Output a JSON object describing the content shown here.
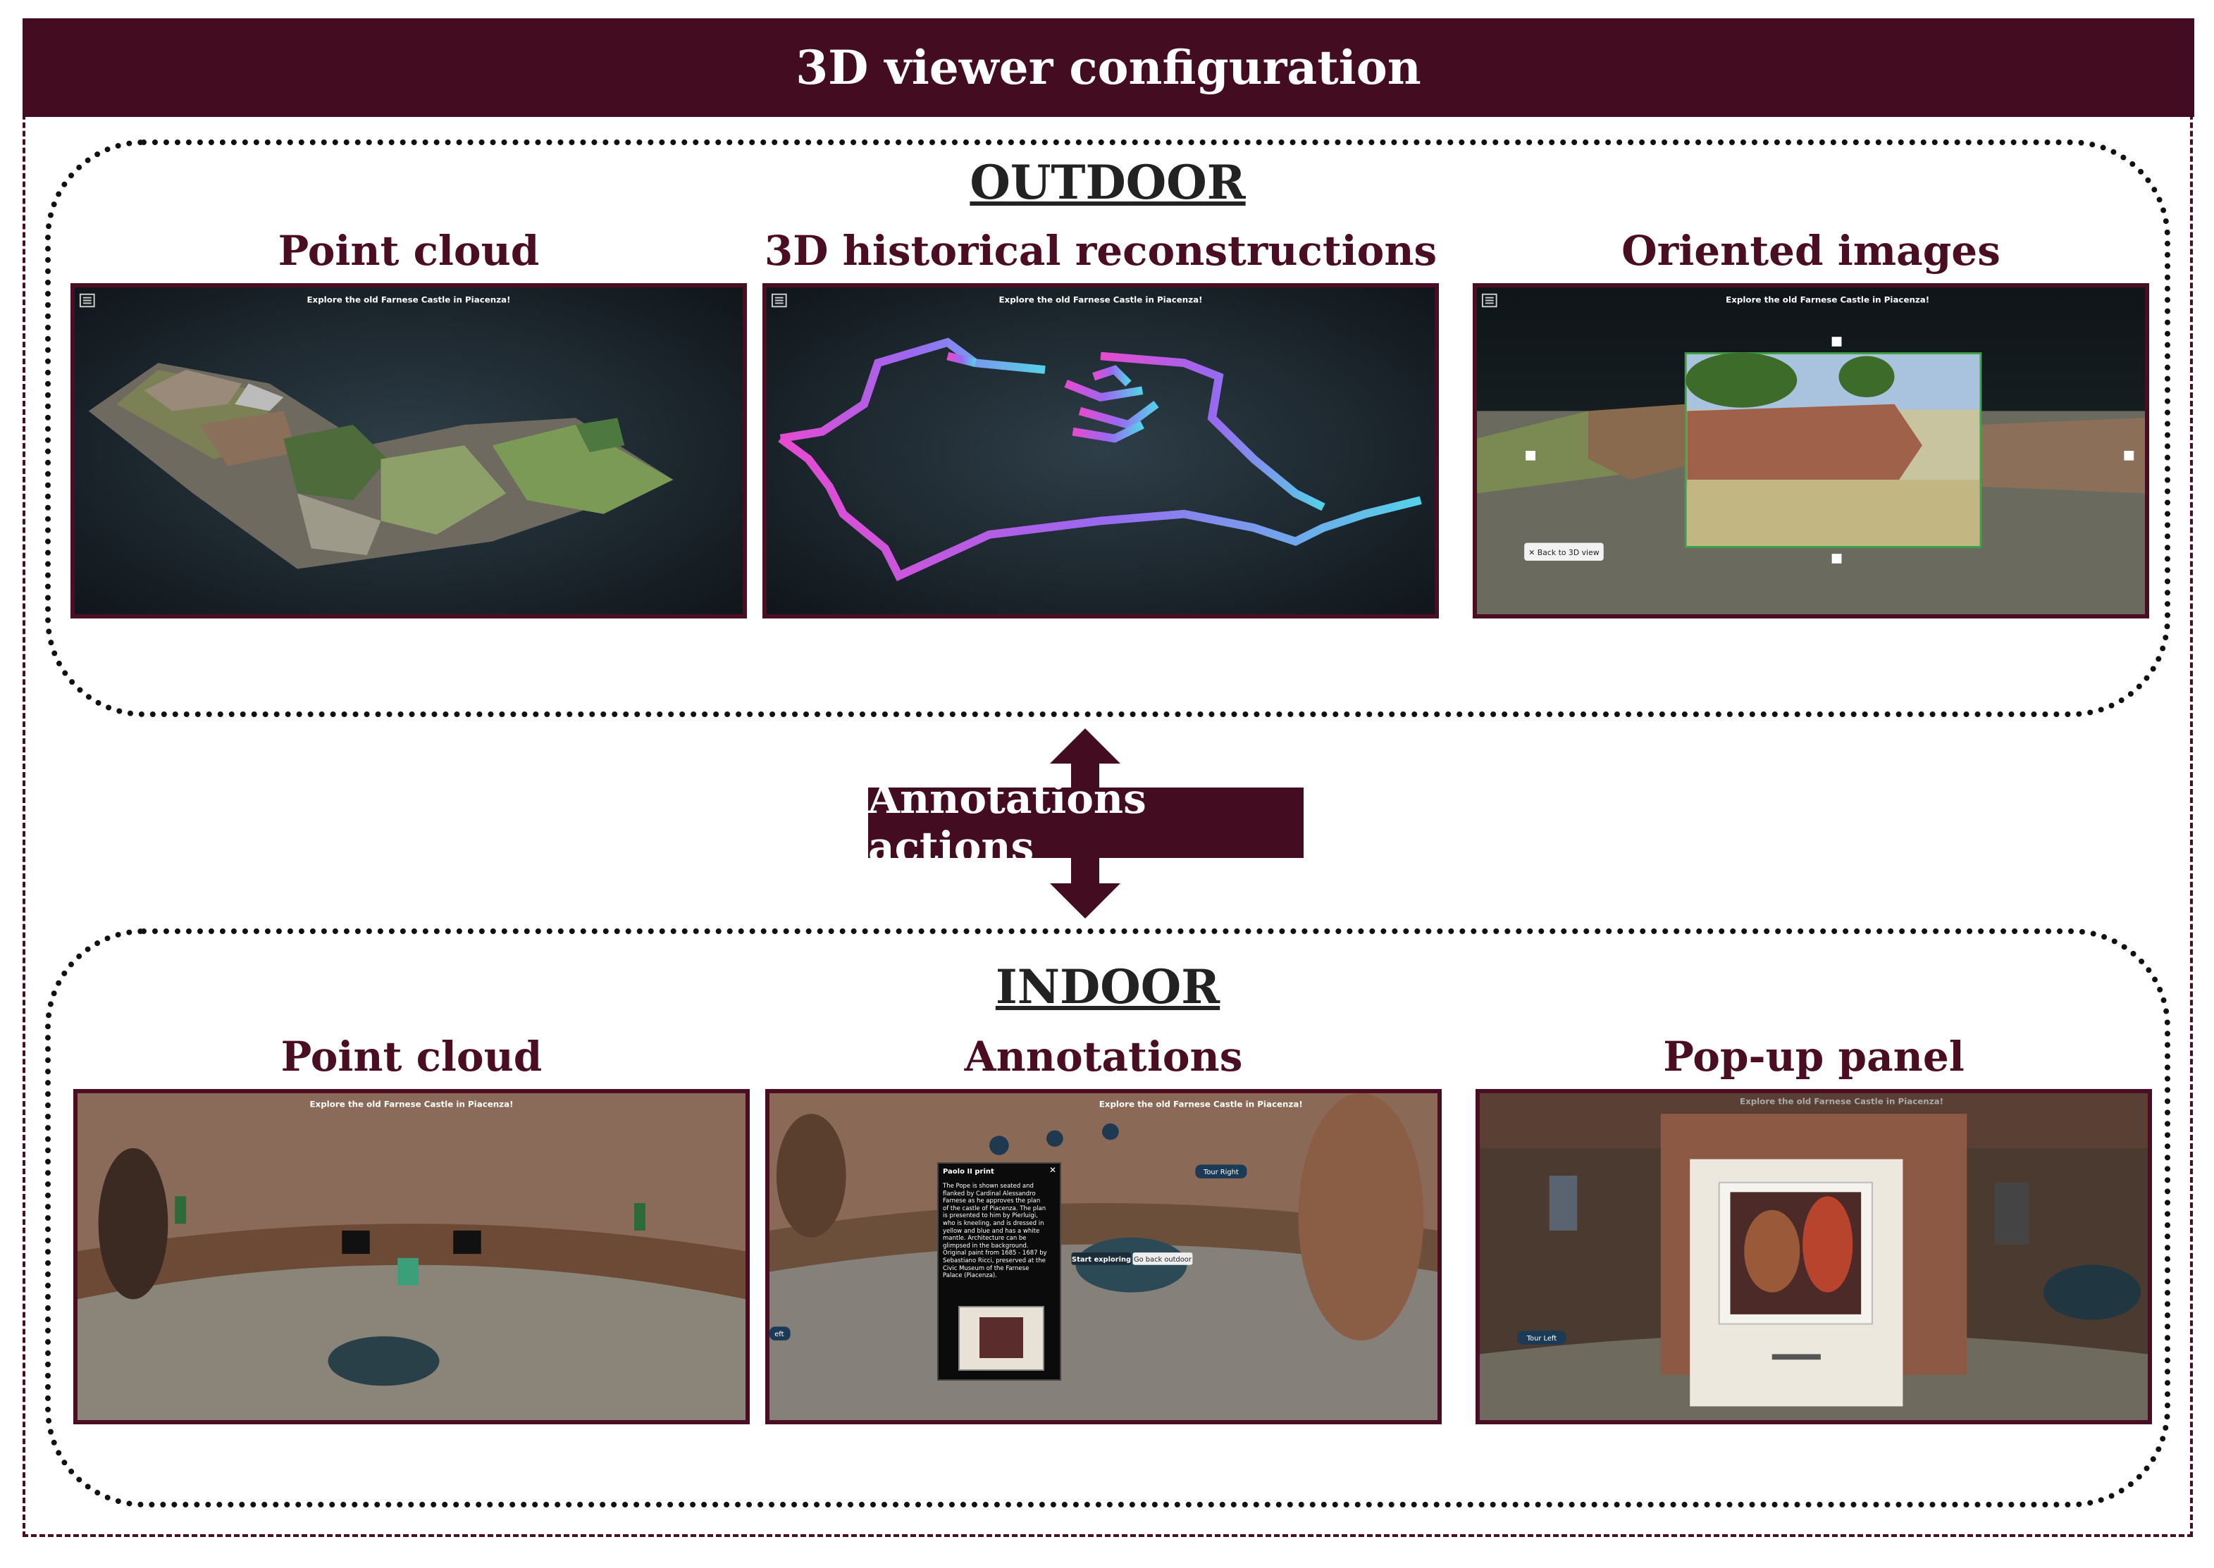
{
  "header": {
    "title": "3D viewer configuration"
  },
  "outdoor": {
    "title": "OUTDOOR",
    "panels": [
      {
        "label": "Point cloud",
        "caption": "Explore the old Farnese Castle in Piacenza!"
      },
      {
        "label": "3D historical reconstructions",
        "caption": "Explore the old Farnese Castle in Piacenza!"
      },
      {
        "label": "Oriented images",
        "caption": "Explore the old Farnese Castle in Piacenza!",
        "back_button": "✕ Back to 3D view"
      }
    ]
  },
  "middle": {
    "label": "Annotations actions"
  },
  "indoor": {
    "title": "INDOOR",
    "panels": [
      {
        "label": "Point cloud",
        "caption": "Explore the old Farnese Castle in Piacenza!"
      },
      {
        "label": "Annotations",
        "caption": "Explore the old Farnese Castle in Piacenza!",
        "popup_title": "Paolo II print",
        "popup_lines": [
          "The Pope is shown seated and",
          "flanked by Cardinal Alessandro",
          "Farnese as he approves the plan",
          "of the castle of Piacenza. The plan",
          "is presented to him by Pierluigi,",
          "who is kneeling, and is dressed in",
          "yellow and blue and has a white",
          "mantle. Architecture can be",
          "glimpsed in the background.",
          "Original paint from 1685 - 1687 by",
          "Sebastiano Ricci, preserved at the",
          "Civic Museum of the Farnese",
          "Palace (Piacenza)."
        ],
        "tour_right": "Tour Right",
        "start_exploring": "Start exploring",
        "go_back_outdoor": "Go back outdoor",
        "left_tag": "eft"
      },
      {
        "label": "Pop-up panel",
        "caption": "Explore the old Farnese Castle in Piacenza!",
        "tour_left": "Tour Left"
      }
    ]
  },
  "colors": {
    "accent": "#430c20",
    "border": "#4a0d22"
  }
}
